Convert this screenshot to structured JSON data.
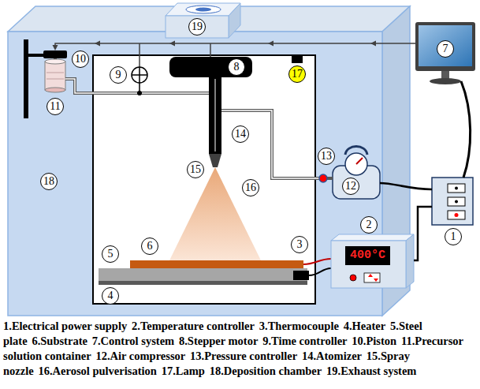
{
  "diagram": {
    "nodes": [
      {
        "text": [
          "1"
        ]
      },
      {
        "text": [
          "2"
        ]
      },
      {
        "text": [
          "3"
        ]
      },
      {
        "text": [
          "4"
        ]
      },
      {
        "text": [
          "5"
        ]
      },
      {
        "text": [
          "6"
        ]
      },
      {
        "text": [
          "7"
        ]
      },
      {
        "text": [
          "8"
        ]
      },
      {
        "text": [
          "9"
        ]
      },
      {
        "text": [
          "10"
        ]
      },
      {
        "text": [
          "11"
        ]
      },
      {
        "text": [
          "12"
        ]
      },
      {
        "text": [
          "13"
        ]
      },
      {
        "text": [
          "14"
        ]
      },
      {
        "text": [
          "15"
        ]
      },
      {
        "text": [
          "16"
        ]
      },
      {
        "text": [
          "17"
        ]
      },
      {
        "text": [
          "18"
        ]
      },
      {
        "text": [
          "19"
        ]
      },
      {
        "text": [
          "400°C"
        ]
      }
    ],
    "labels": [
      "1.Electrical power supply",
      "2.Temperature controller",
      "3.Thermocouple",
      "4.Heater",
      "5.Steel plate",
      "6.Substrate",
      "7.Control system",
      "8.Stepper motor",
      "9.Time controller",
      "10.Piston",
      "11.Precursor solution container",
      "12.Air compressor",
      "13.Pressure controller",
      "14.Atomizer",
      "15.Spray nozzle",
      "16.Aerosol pulverisation",
      "17.Lamp",
      "18.Deposition chamber",
      "19.Exhaust system"
    ]
  }
}
